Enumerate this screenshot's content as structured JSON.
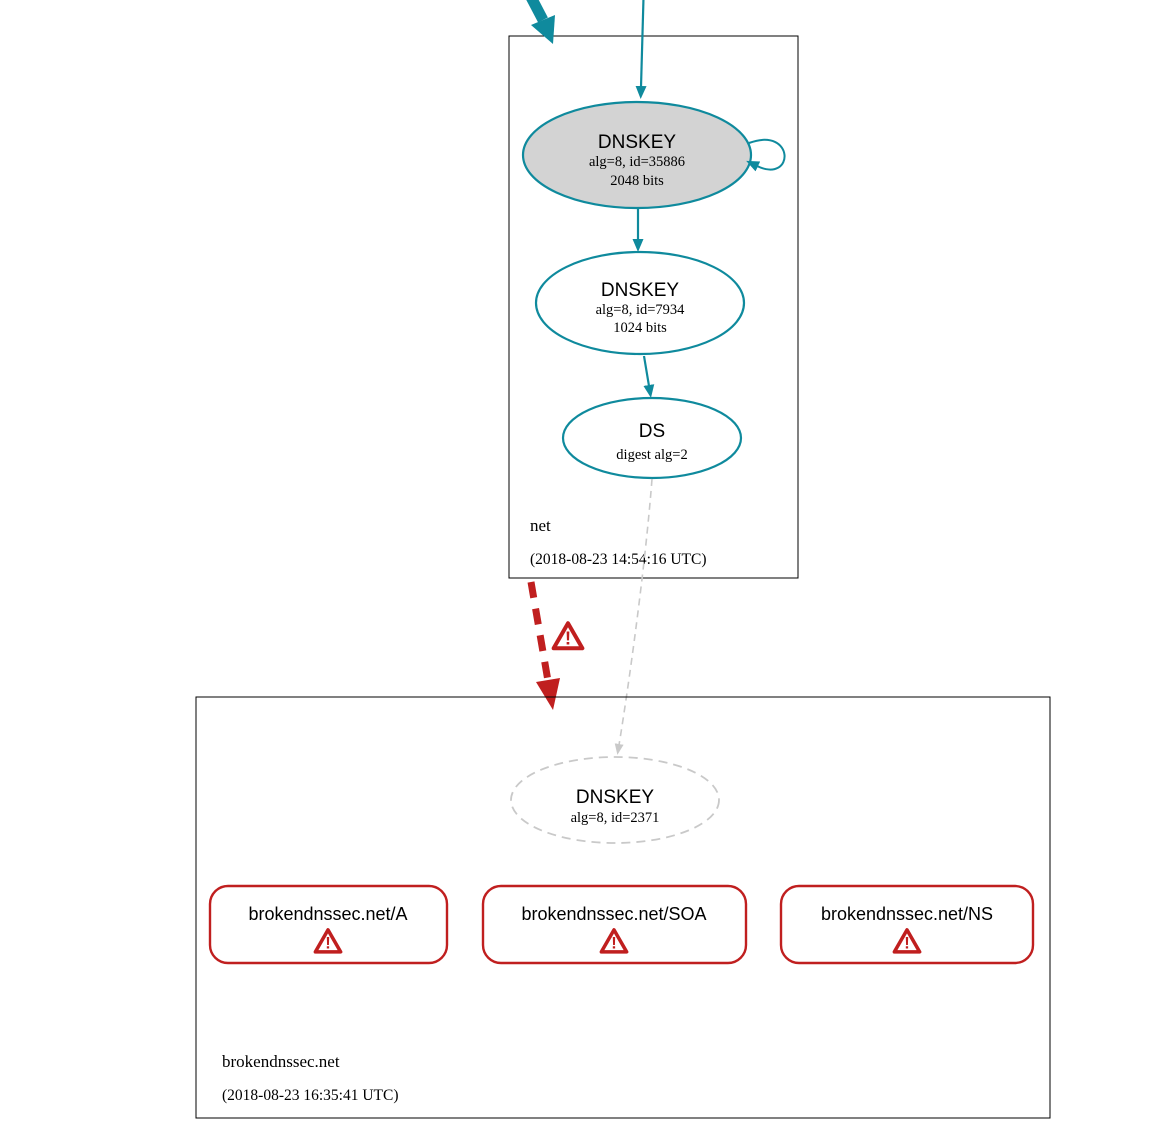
{
  "colors": {
    "teal": "#0f8a9d",
    "red": "#c01f1f",
    "gray_fill": "#d3d3d3",
    "gray_dashed": "#c9c9c9"
  },
  "icons": {
    "warning_glyph": "!"
  },
  "zone_net": {
    "name": "net",
    "timestamp": "(2018-08-23 14:54:16 UTC)",
    "ksk": {
      "title": "DNSKEY",
      "detail": "alg=8, id=35886",
      "size": "2048 bits"
    },
    "zsk": {
      "title": "DNSKEY",
      "detail": "alg=8, id=7934",
      "size": "1024 bits"
    },
    "ds": {
      "title": "DS",
      "detail": "digest alg=2"
    }
  },
  "zone_broken": {
    "name": "brokendnssec.net",
    "timestamp": "(2018-08-23 16:35:41 UTC)",
    "dnskey": {
      "title": "DNSKEY",
      "detail": "alg=8, id=2371"
    },
    "rrsets": [
      {
        "label": "brokendnssec.net/A"
      },
      {
        "label": "brokendnssec.net/SOA"
      },
      {
        "label": "brokendnssec.net/NS"
      }
    ]
  }
}
